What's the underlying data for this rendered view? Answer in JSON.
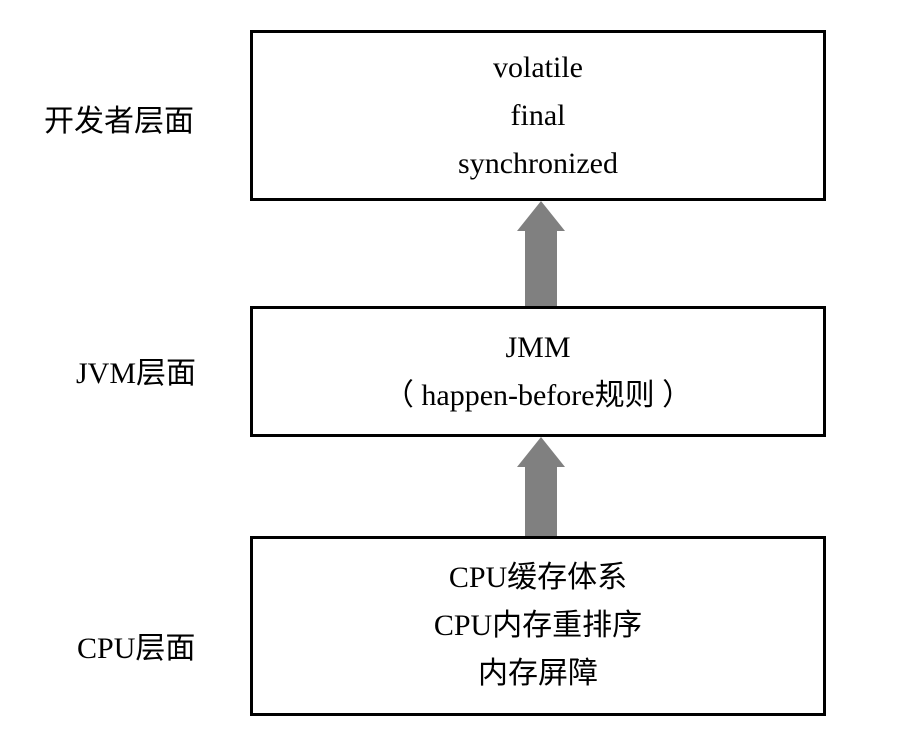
{
  "layers": [
    {
      "label": "开发者层面",
      "lines": [
        "volatile",
        "final",
        "synchronized"
      ]
    },
    {
      "label": "JVM层面",
      "lines": [
        "JMM",
        "（ happen-before规则 ）"
      ]
    },
    {
      "label": "CPU层面",
      "lines": [
        "CPU缓存体系",
        "CPU内存重排序",
        "内存屏障"
      ]
    }
  ],
  "colors": {
    "border": "#000000",
    "arrow": "#808080",
    "background": "#ffffff"
  }
}
